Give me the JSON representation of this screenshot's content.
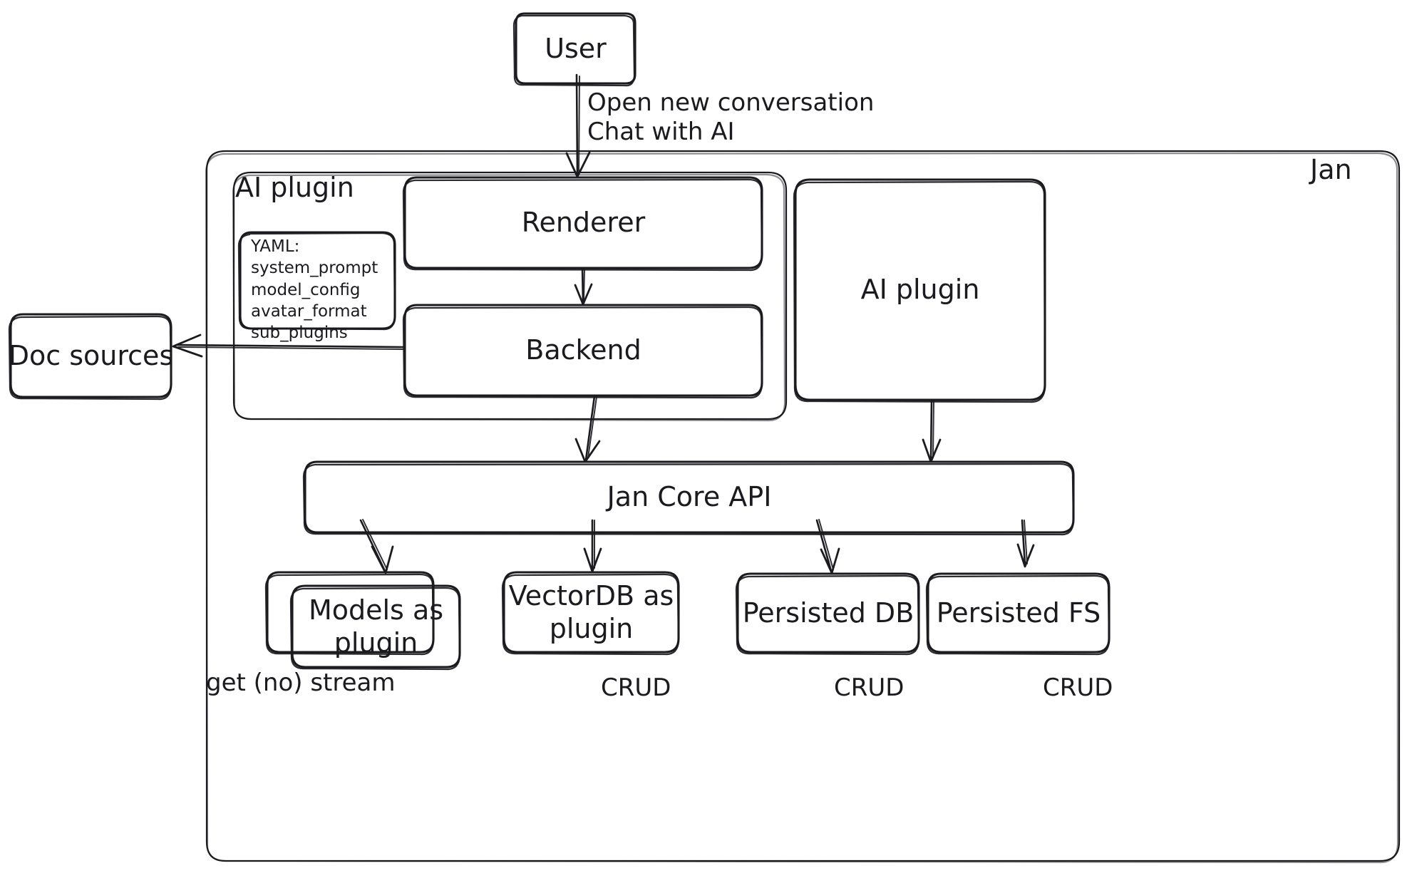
{
  "diagram": {
    "title": "Jan architecture diagram",
    "style": "hand-drawn",
    "stroke_color": "#1b1b1f",
    "fill_color": "#ffffff",
    "background": "#ffffff"
  },
  "nodes": {
    "user": {
      "label": "User"
    },
    "jan_container": {
      "label": "Jan"
    },
    "ai_plugin_group": {
      "label": "AI plugin"
    },
    "renderer": {
      "label": "Renderer"
    },
    "backend": {
      "label": "Backend"
    },
    "ai_plugin_box": {
      "label": "AI plugin"
    },
    "jan_core_api": {
      "label": "Jan Core API"
    },
    "models_plugin": {
      "label": "Models as\nplugin"
    },
    "vectordb_plugin": {
      "label": "VectorDB as\nplugin"
    },
    "persisted_db": {
      "label": "Persisted DB"
    },
    "persisted_fs": {
      "label": "Persisted FS"
    },
    "doc_sources": {
      "label": "Doc sources"
    }
  },
  "notes": {
    "yaml": {
      "lines": [
        "YAML:",
        "system_prompt",
        "model_config",
        "avatar_format",
        "sub_plugins"
      ],
      "text": "YAML:\nsystem_prompt\nmodel_config\navatar_format\nsub_plugins"
    }
  },
  "edges": [
    {
      "id": "user-to-renderer",
      "from": "user",
      "to": "renderer",
      "label": "Open new conversation\nChat with AI"
    },
    {
      "id": "renderer-to-backend",
      "from": "renderer",
      "to": "backend",
      "label": ""
    },
    {
      "id": "backend-to-doc-sources",
      "from": "backend",
      "to": "doc_sources",
      "label": ""
    },
    {
      "id": "backend-to-jan-core-api",
      "from": "backend",
      "to": "jan_core_api",
      "label": ""
    },
    {
      "id": "ai-plugin-to-jan-core-api",
      "from": "ai_plugin_box",
      "to": "jan_core_api",
      "label": ""
    },
    {
      "id": "api-to-models",
      "from": "jan_core_api",
      "to": "models_plugin",
      "label": "get (no) stream"
    },
    {
      "id": "api-to-vectordb",
      "from": "jan_core_api",
      "to": "vectordb_plugin",
      "label": "CRUD"
    },
    {
      "id": "api-to-persisted-db",
      "from": "jan_core_api",
      "to": "persisted_db",
      "label": "CRUD"
    },
    {
      "id": "api-to-persisted-fs",
      "from": "jan_core_api",
      "to": "persisted_fs",
      "label": "CRUD"
    }
  ]
}
